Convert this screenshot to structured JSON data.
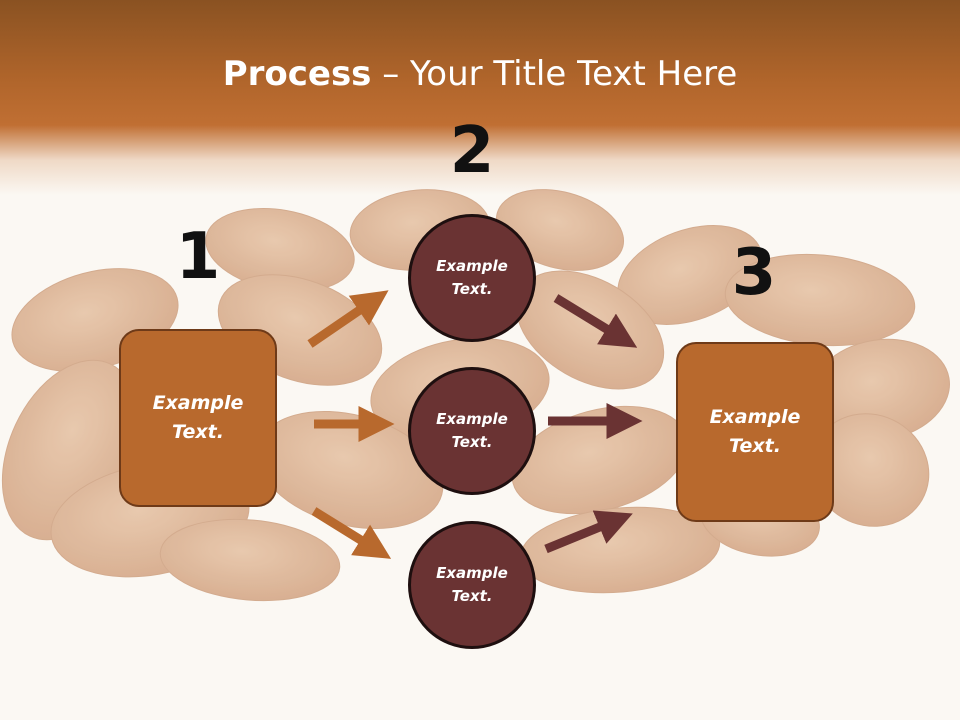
{
  "title": {
    "bold": "Process",
    "rest": " – Your Title Text Here"
  },
  "steps": {
    "one": "1",
    "two": "2",
    "three": "3"
  },
  "nodes": {
    "left_box": [
      "Example",
      "Text."
    ],
    "circle_top": [
      "Example",
      "Text."
    ],
    "circle_middle": [
      "Example",
      "Text."
    ],
    "circle_bottom": [
      "Example",
      "Text."
    ],
    "right_box": [
      "Example",
      "Text."
    ]
  },
  "colors": {
    "box_fill": "#b8692d",
    "circle_fill": "#6a3333",
    "arrow_orange": "#b8692d",
    "arrow_dark": "#6a3333",
    "header_band": "#b0652b"
  }
}
